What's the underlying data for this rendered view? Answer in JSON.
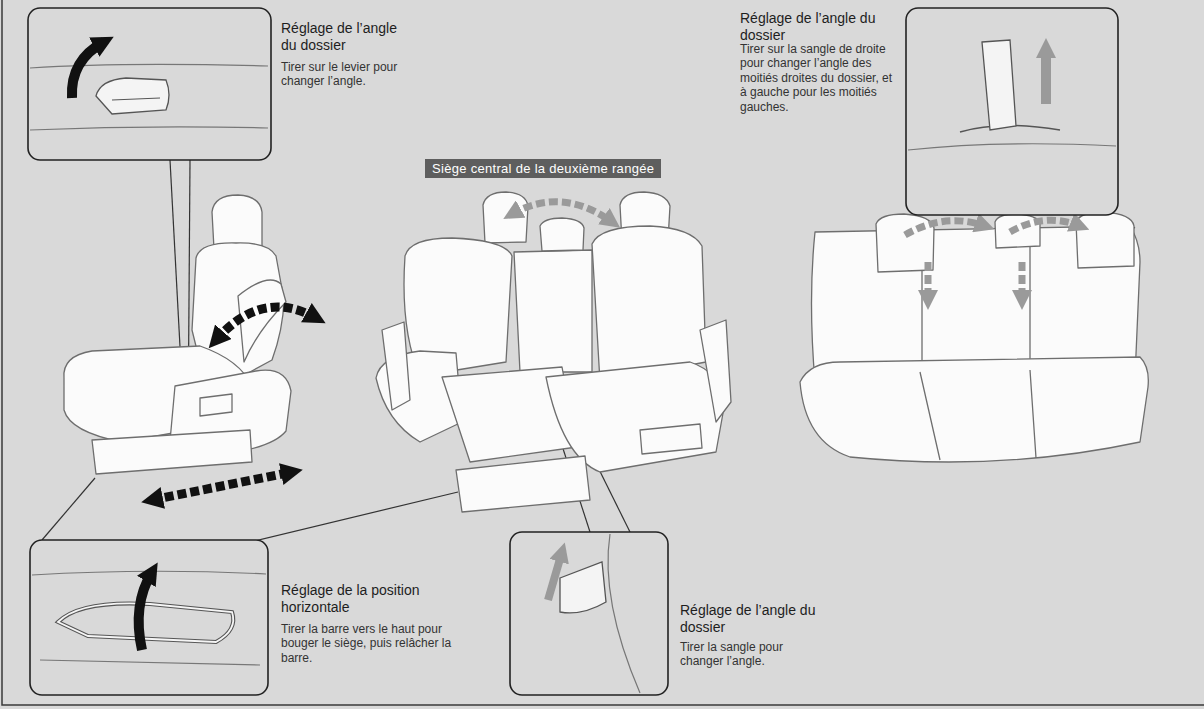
{
  "diagram": {
    "nodes": [
      {
        "text": [
          "Siège central de la deuxième rangée"
        ]
      }
    ],
    "labels": [
      "Réglage de l’angle du dossier",
      "Tirer sur le levier pour changer l’angle.",
      "Réglage de l’angle du dossier",
      "Tirer sur la sangle de droite pour changer l’angle des moitiés droites du dossier, et à gauche pour les moitiés gauches.",
      "Réglage de la position horizontale",
      "Tirer la barre vers le haut pour bouger le siège, puis relâcher la barre.",
      "Réglage de l’angle du dossier",
      "Tirer la sangle pour changer l’angle."
    ]
  }
}
